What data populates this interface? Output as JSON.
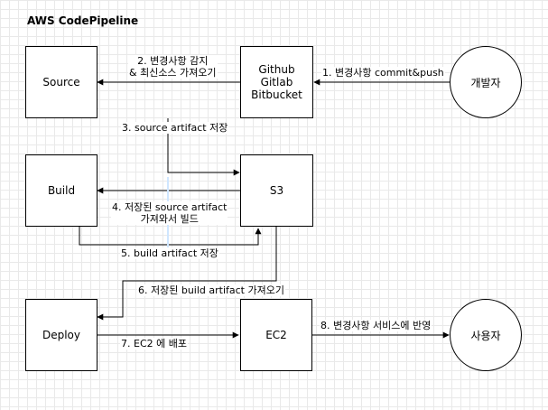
{
  "title": "AWS CodePipeline",
  "nodes": {
    "source": "Source",
    "repos": [
      "Github",
      "Gitlab",
      "Bitbucket"
    ],
    "developer": "개발자",
    "build": "Build",
    "s3": "S3",
    "deploy": "Deploy",
    "ec2": "EC2",
    "user": "사용자"
  },
  "edges": {
    "e1": "1. 변경사항 commit&push",
    "e2_line1": "2. 변경사항 감지",
    "e2_line2": "& 최신소스 가져오기",
    "e3": "3. source artifact 저장",
    "e4_line1": "4. 저장된 source artifact",
    "e4_line2": "가져와서 빌드",
    "e5": "5. build artifact 저장",
    "e6": "6. 저장된 build artifact 가져오기",
    "e7": "7. EC2 에 배포",
    "e8": "8. 변경사항 서비스에 반영"
  }
}
